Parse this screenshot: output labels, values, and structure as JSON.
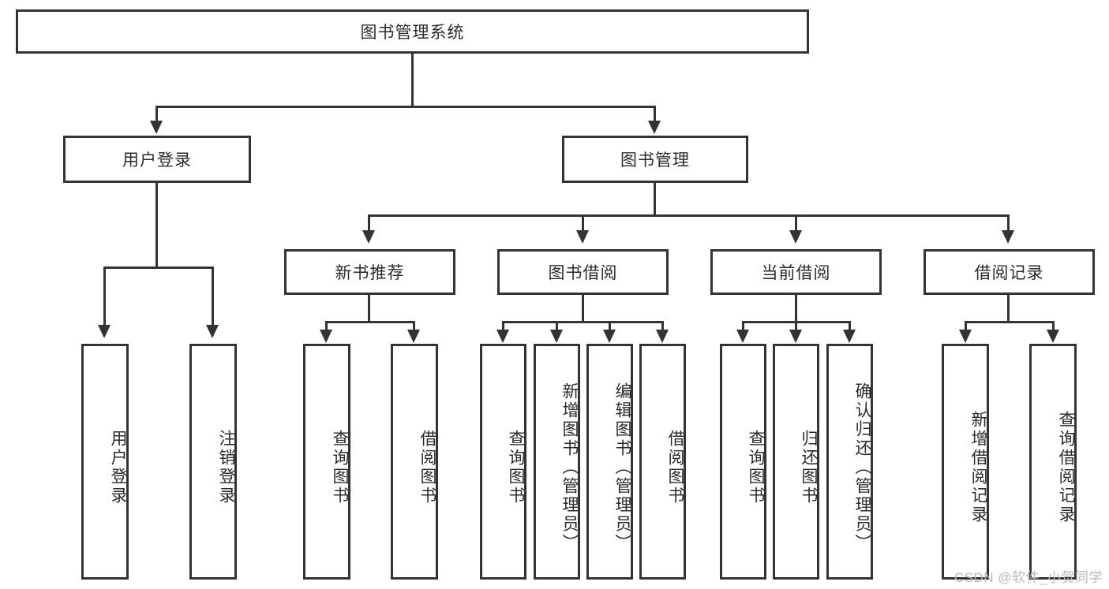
{
  "diagram": {
    "title": "图书管理系统",
    "type": "tree-hierarchy-chart",
    "root": {
      "label": "图书管理系统"
    },
    "level2": [
      {
        "label": "用户登录"
      },
      {
        "label": "图书管理"
      }
    ],
    "level3": [
      {
        "label": "新书推荐"
      },
      {
        "label": "图书借阅"
      },
      {
        "label": "当前借阅"
      },
      {
        "label": "借阅记录"
      }
    ],
    "leaves": [
      {
        "label": "用户登录"
      },
      {
        "label": "注销登录"
      },
      {
        "label": "查询图书"
      },
      {
        "label": "借阅图书"
      },
      {
        "label": "查询图书"
      },
      {
        "label": "新增图书（管理员）"
      },
      {
        "label": "编辑图书（管理员）"
      },
      {
        "label": "借阅图书"
      },
      {
        "label": "查询图书"
      },
      {
        "label": "归还图书"
      },
      {
        "label": "确认归还（管理员）"
      },
      {
        "label": "新增借阅记录"
      },
      {
        "label": "查询借阅记录"
      }
    ]
  },
  "watermark": {
    "text": "CSDN @软件_小贺同学"
  },
  "colors": {
    "stroke": "#333333",
    "fill": "#ffffff",
    "text": "#2b2b2b",
    "watermark": "#b9b9b9"
  }
}
